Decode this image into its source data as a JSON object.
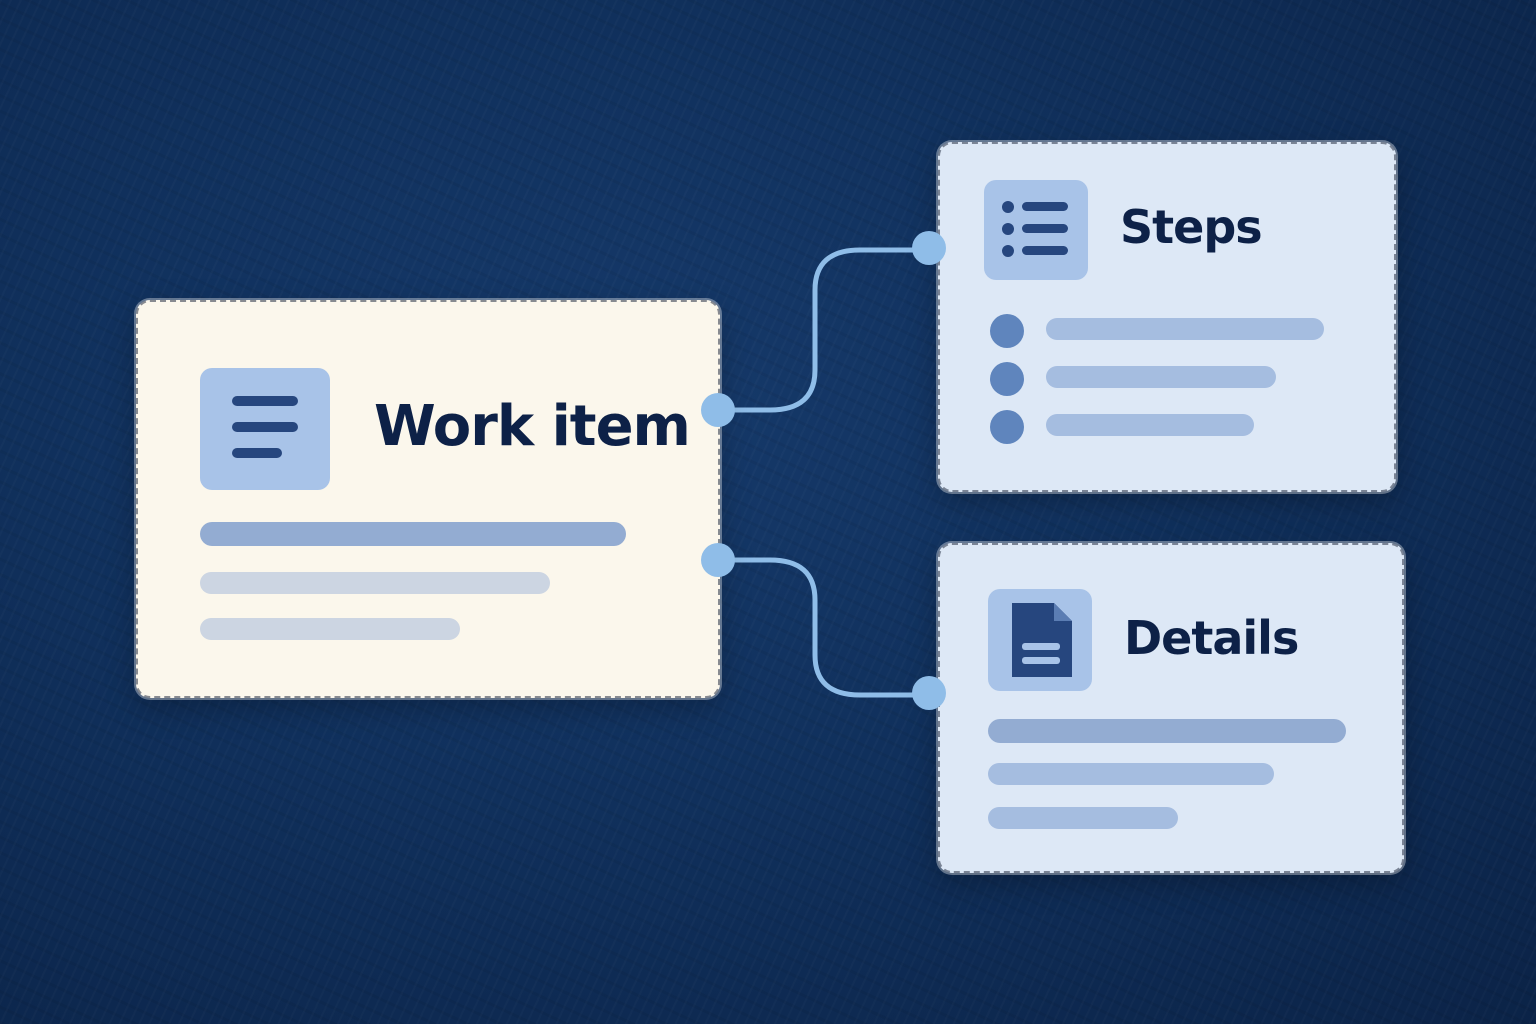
{
  "nodes": {
    "work_item": {
      "title": "Work item"
    },
    "steps": {
      "title": "Steps"
    },
    "details": {
      "title": "Details"
    }
  },
  "icons": {
    "work_item": "text-lines-icon",
    "steps": "bulleted-list-icon",
    "details": "document-icon"
  },
  "colors": {
    "background": "#10305c",
    "main_card": "#fbf7ec",
    "side_card": "#dde8f6",
    "connector": "#8fbde8",
    "title_text": "#0d2147"
  }
}
